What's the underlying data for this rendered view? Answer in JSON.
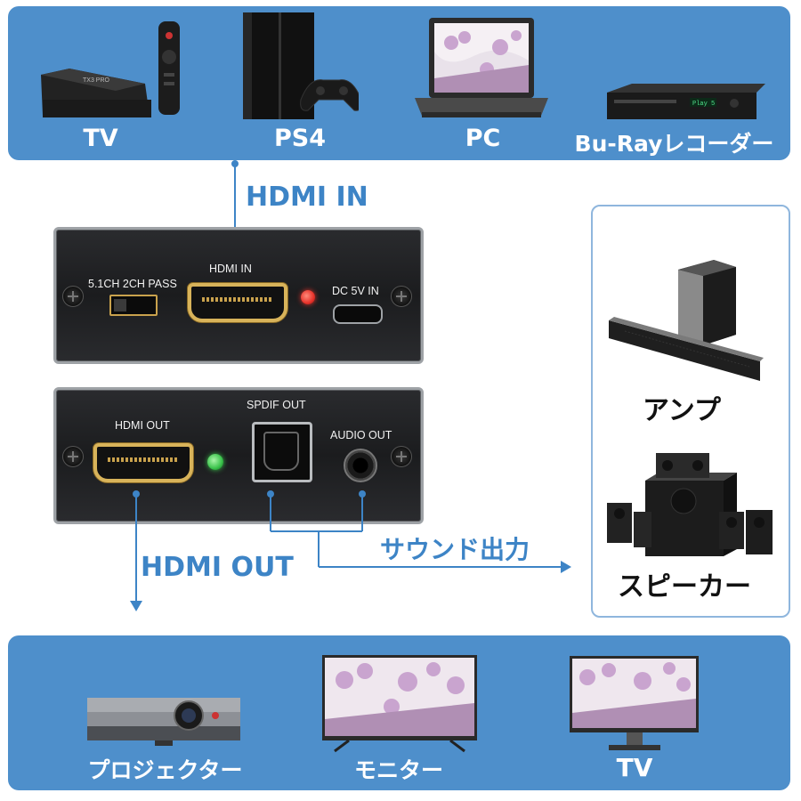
{
  "sources": {
    "items": [
      {
        "label": "TV",
        "icon": "tv-box-icon"
      },
      {
        "label": "PS4",
        "icon": "game-console-icon"
      },
      {
        "label": "PC",
        "icon": "laptop-icon"
      },
      {
        "label": "Bu-Rayレコーダー",
        "icon": "bluray-recorder-icon"
      }
    ]
  },
  "flow": {
    "hdmi_in": "HDMI IN",
    "hdmi_out": "HDMI OUT",
    "sound_output": "サウンド出力"
  },
  "device_top": {
    "switch_label": "5.1CH 2CH PASS",
    "hdmi_in_label": "HDMI IN",
    "dc_label": "DC 5V IN",
    "led_color": "#e8322a"
  },
  "device_bottom": {
    "hdmi_out_label": "HDMI OUT",
    "spdif_label": "SPDIF OUT",
    "audio_label": "AUDIO OUT",
    "led_color": "#39c24a"
  },
  "audio_devices": {
    "amp_label": "アンプ",
    "speaker_label": "スピーカー"
  },
  "destinations": {
    "items": [
      {
        "label": "プロジェクター",
        "icon": "projector-icon"
      },
      {
        "label": "モニター",
        "icon": "monitor-icon"
      },
      {
        "label": "TV",
        "icon": "tv-icon"
      }
    ]
  },
  "colors": {
    "panel_blue": "#4e8fcb",
    "flow_blue": "#3d84c6"
  }
}
